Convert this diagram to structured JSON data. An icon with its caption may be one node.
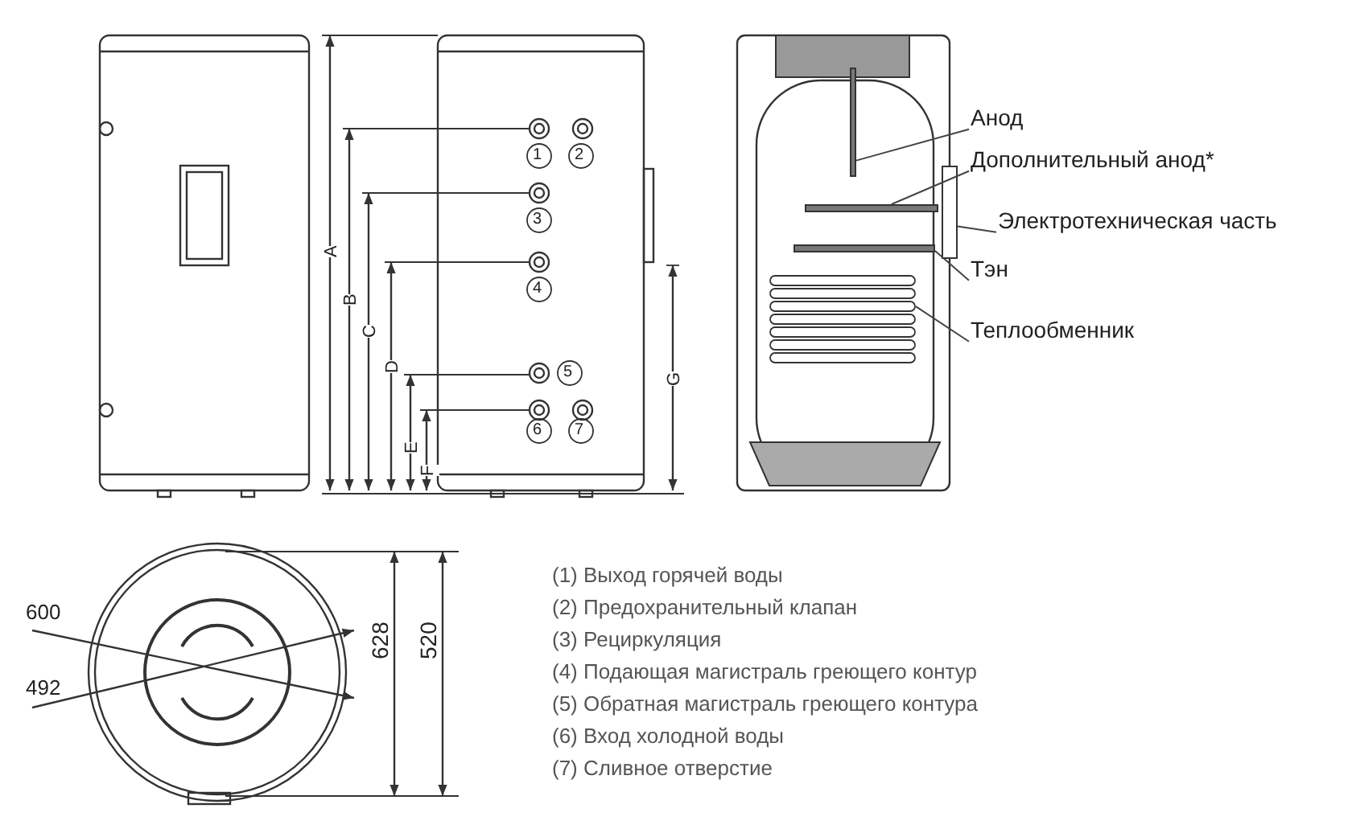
{
  "diagram": {
    "nodes": [
      {
        "text": [
          "Анод"
        ]
      },
      {
        "text": [
          "Дополнительный анод*"
        ]
      },
      {
        "text": [
          "Электротехническая часть"
        ]
      },
      {
        "text": [
          "Тэн"
        ]
      },
      {
        "text": [
          "Теплообменник"
        ]
      },
      {
        "text": [],
        "shape": "box"
      },
      {
        "text": [],
        "shape": "bar"
      },
      {
        "text": [],
        "shape": "bar"
      },
      {
        "text": [],
        "shape": "bar"
      },
      {
        "text": [],
        "shape": "picture"
      }
    ],
    "edges": [
      {
        "from": 0,
        "to": 6,
        "arrow": "none"
      },
      {
        "from": 1,
        "to": 7,
        "arrow": "none"
      },
      {
        "from": 2,
        "to": 5,
        "arrow": "none"
      },
      {
        "from": 3,
        "to": 8,
        "arrow": "none"
      },
      {
        "from": 4,
        "to": 9,
        "arrow": "none"
      }
    ],
    "labels": [
      "A",
      "B",
      "C",
      "D",
      "E",
      "F",
      "1",
      "2",
      "3",
      "4",
      "5",
      "6",
      "7",
      "G",
      "600",
      "492",
      "628",
      "520",
      "(1) Выход горячей воды",
      "(2) Предохранительный клапан",
      "(3) Рециркуляция",
      "(4) Подающая магистраль греющего контур",
      "(5) Обратная магистраль греющего контура",
      "(6) Вход холодной воды",
      "(7) Сливное отверстие"
    ]
  }
}
